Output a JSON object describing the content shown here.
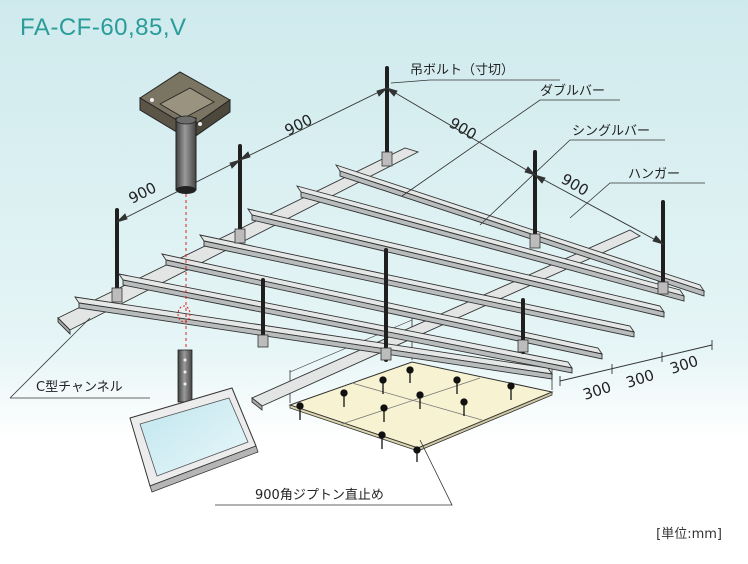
{
  "title": "FA-CF-60,85,V",
  "unit_note": "[単位:mm]",
  "labels": {
    "hanger_bolt": "吊ボルト（寸切）",
    "double_bar": "ダブルバー",
    "single_bar": "シングルバー",
    "hanger": "ハンガー",
    "c_channel": "C型チャンネル",
    "gypsum_board": "900角ジプトン直止め"
  },
  "dimensions": {
    "spacing_left": "900",
    "spacing_top": "900",
    "spacing_right_upper": "900",
    "spacing_right_lower": "900",
    "bar_pitch": [
      "300",
      "300",
      "300"
    ]
  },
  "colors": {
    "title": "#2a9c9a",
    "background_top": "#d5eef0",
    "board": "#f6f2d2",
    "bolt": "#2c2c2c",
    "bar": "#e2e4e4",
    "monitor_frame": "#e7e7e7"
  }
}
